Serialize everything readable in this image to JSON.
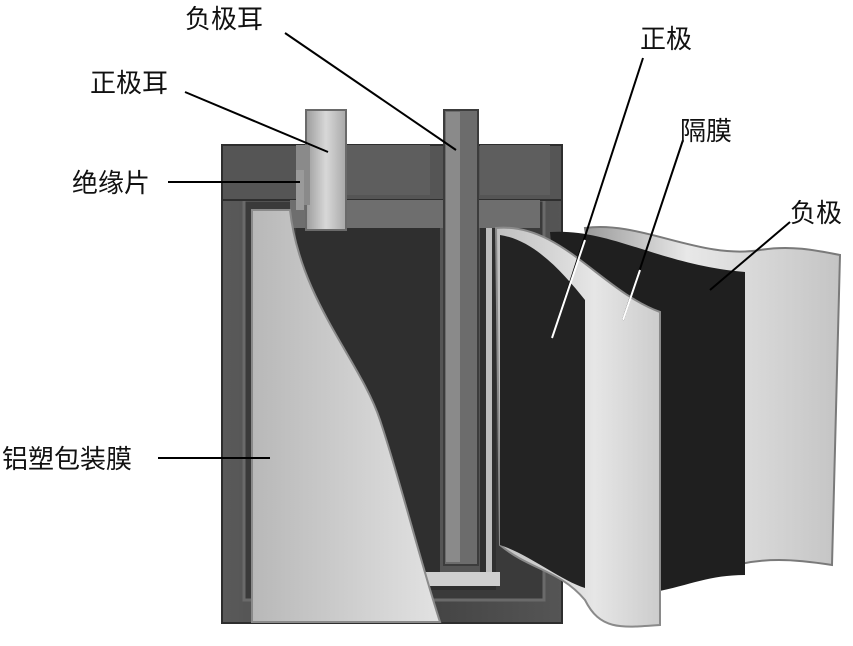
{
  "labels": {
    "negative_tab": "负极耳",
    "positive_tab": "正极耳",
    "insulation_sheet": "绝缘片",
    "aluminum_plastic_film": "铝塑包装膜",
    "positive_electrode": "正极",
    "separator": "隔膜",
    "negative_electrode": "负极"
  },
  "colors": {
    "casing_dark": "#4a4a4a",
    "casing_mid": "#6a6a6a",
    "film_light": "#cfcfcf",
    "electrode_dark": "#262626",
    "separator_light": "#d9d9d9"
  }
}
